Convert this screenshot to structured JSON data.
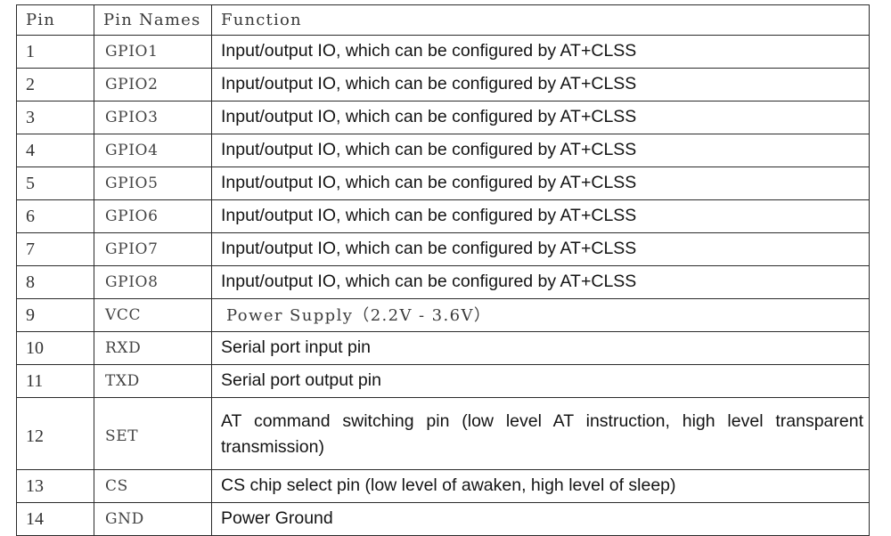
{
  "table": {
    "headers": [
      "Pin",
      "Pin Names",
      "Function"
    ],
    "rows": [
      {
        "pin": "1",
        "name": "GPIO1",
        "function": "Input/output IO, which can be configured by AT+CLSS"
      },
      {
        "pin": "2",
        "name": "GPIO2",
        "function": "Input/output IO, which can be configured by AT+CLSS"
      },
      {
        "pin": "3",
        "name": "GPIO3",
        "function": "Input/output IO, which can be configured by AT+CLSS"
      },
      {
        "pin": "4",
        "name": "GPIO4",
        "function": "Input/output IO, which can be configured by AT+CLSS"
      },
      {
        "pin": "5",
        "name": "GPIO5",
        "function": "Input/output IO, which can be configured by AT+CLSS"
      },
      {
        "pin": "6",
        "name": "GPIO6",
        "function": "Input/output IO, which can be configured by AT+CLSS"
      },
      {
        "pin": "7",
        "name": "GPIO7",
        "function": "Input/output IO, which can be configured by AT+CLSS"
      },
      {
        "pin": "8",
        "name": "GPIO8",
        "function": "Input/output IO, which can be configured by AT+CLSS"
      },
      {
        "pin": "9",
        "name": "VCC",
        "function": "Power Supply（2.2V - 3.6V）"
      },
      {
        "pin": "10",
        "name": "RXD",
        "function": "Serial port input pin"
      },
      {
        "pin": "11",
        "name": "TXD",
        "function": "Serial port output pin"
      },
      {
        "pin": "12",
        "name": "SET",
        "function": "AT command switching pin (low level AT instruction, high level transparent transmission)"
      },
      {
        "pin": "13",
        "name": "CS",
        "function": "CS chip select pin (low level of awaken, high level of sleep)"
      },
      {
        "pin": "14",
        "name": "GND",
        "function": "Power Ground"
      }
    ]
  },
  "style": {
    "border_color": "#2b2b2b",
    "text_color": "#141414",
    "background": "#ffffff"
  }
}
